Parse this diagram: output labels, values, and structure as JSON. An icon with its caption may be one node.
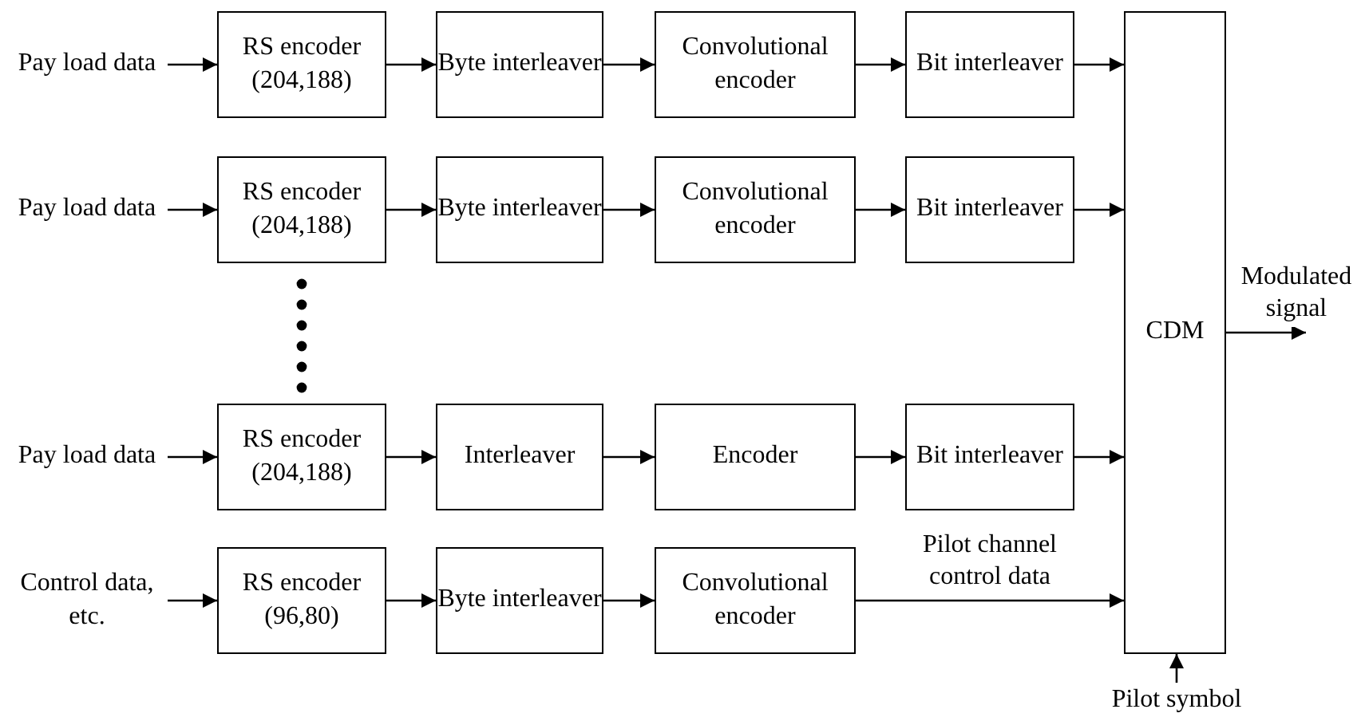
{
  "diagram": {
    "nodes": [
      {
        "text": [
          "Pay load data"
        ]
      },
      {
        "text": [
          "RS encoder (204,188)"
        ]
      },
      {
        "text": [
          "Byte interleaver"
        ]
      },
      {
        "text": [
          "Convolutional encoder"
        ]
      },
      {
        "text": [
          "Bit interleaver"
        ]
      },
      {
        "text": [
          "Pay load data"
        ]
      },
      {
        "text": [
          "RS encoder (204,188)"
        ]
      },
      {
        "text": [
          "Byte interleaver"
        ]
      },
      {
        "text": [
          "Convolutional encoder"
        ]
      },
      {
        "text": [
          "Bit interleaver"
        ]
      },
      {
        "text": [
          "Pay load data"
        ]
      },
      {
        "text": [
          "RS encoder (204,188)"
        ]
      },
      {
        "text": [
          "Interleaver"
        ]
      },
      {
        "text": [
          "Encoder"
        ]
      },
      {
        "text": [
          "Bit interleaver"
        ]
      },
      {
        "text": [
          "Control data, etc."
        ]
      },
      {
        "text": [
          "RS encoder (96,80)"
        ]
      },
      {
        "text": [
          "Byte interleaver"
        ]
      },
      {
        "text": [
          "Convolutional encoder"
        ]
      },
      {
        "text": [
          "CDM"
        ]
      },
      {
        "text": [
          "Pilot symbol"
        ]
      }
    ],
    "edges": [
      {
        "from": 0,
        "to": 1,
        "arrow": "to"
      },
      {
        "from": 1,
        "to": 2,
        "arrow": "to"
      },
      {
        "from": 2,
        "to": 3,
        "arrow": "to"
      },
      {
        "from": 3,
        "to": 4,
        "arrow": "to"
      },
      {
        "from": 4,
        "to": 19,
        "arrow": "to"
      },
      {
        "from": 5,
        "to": 6,
        "arrow": "to"
      },
      {
        "from": 6,
        "to": 7,
        "arrow": "to"
      },
      {
        "from": 7,
        "to": 8,
        "arrow": "to"
      },
      {
        "from": 8,
        "to": 9,
        "arrow": "to"
      },
      {
        "from": 9,
        "to": 19,
        "arrow": "to"
      },
      {
        "from": 10,
        "to": 11,
        "arrow": "to"
      },
      {
        "from": 11,
        "to": 12,
        "arrow": "to"
      },
      {
        "from": 12,
        "to": 13,
        "arrow": "to"
      },
      {
        "from": 13,
        "to": 14,
        "arrow": "to"
      },
      {
        "from": 14,
        "to": 19,
        "arrow": "to"
      },
      {
        "from": 15,
        "to": 16,
        "arrow": "to"
      },
      {
        "from": 16,
        "to": 17,
        "arrow": "to"
      },
      {
        "from": 17,
        "to": 18,
        "arrow": "to"
      },
      {
        "from": 18,
        "to": 19,
        "arrow": "to",
        "label": "Pilot channel control data"
      },
      {
        "from": 19,
        "to": null,
        "arrow": "to",
        "label": "Modulated signal"
      },
      {
        "from": 20,
        "to": 19,
        "arrow": "to"
      }
    ]
  }
}
